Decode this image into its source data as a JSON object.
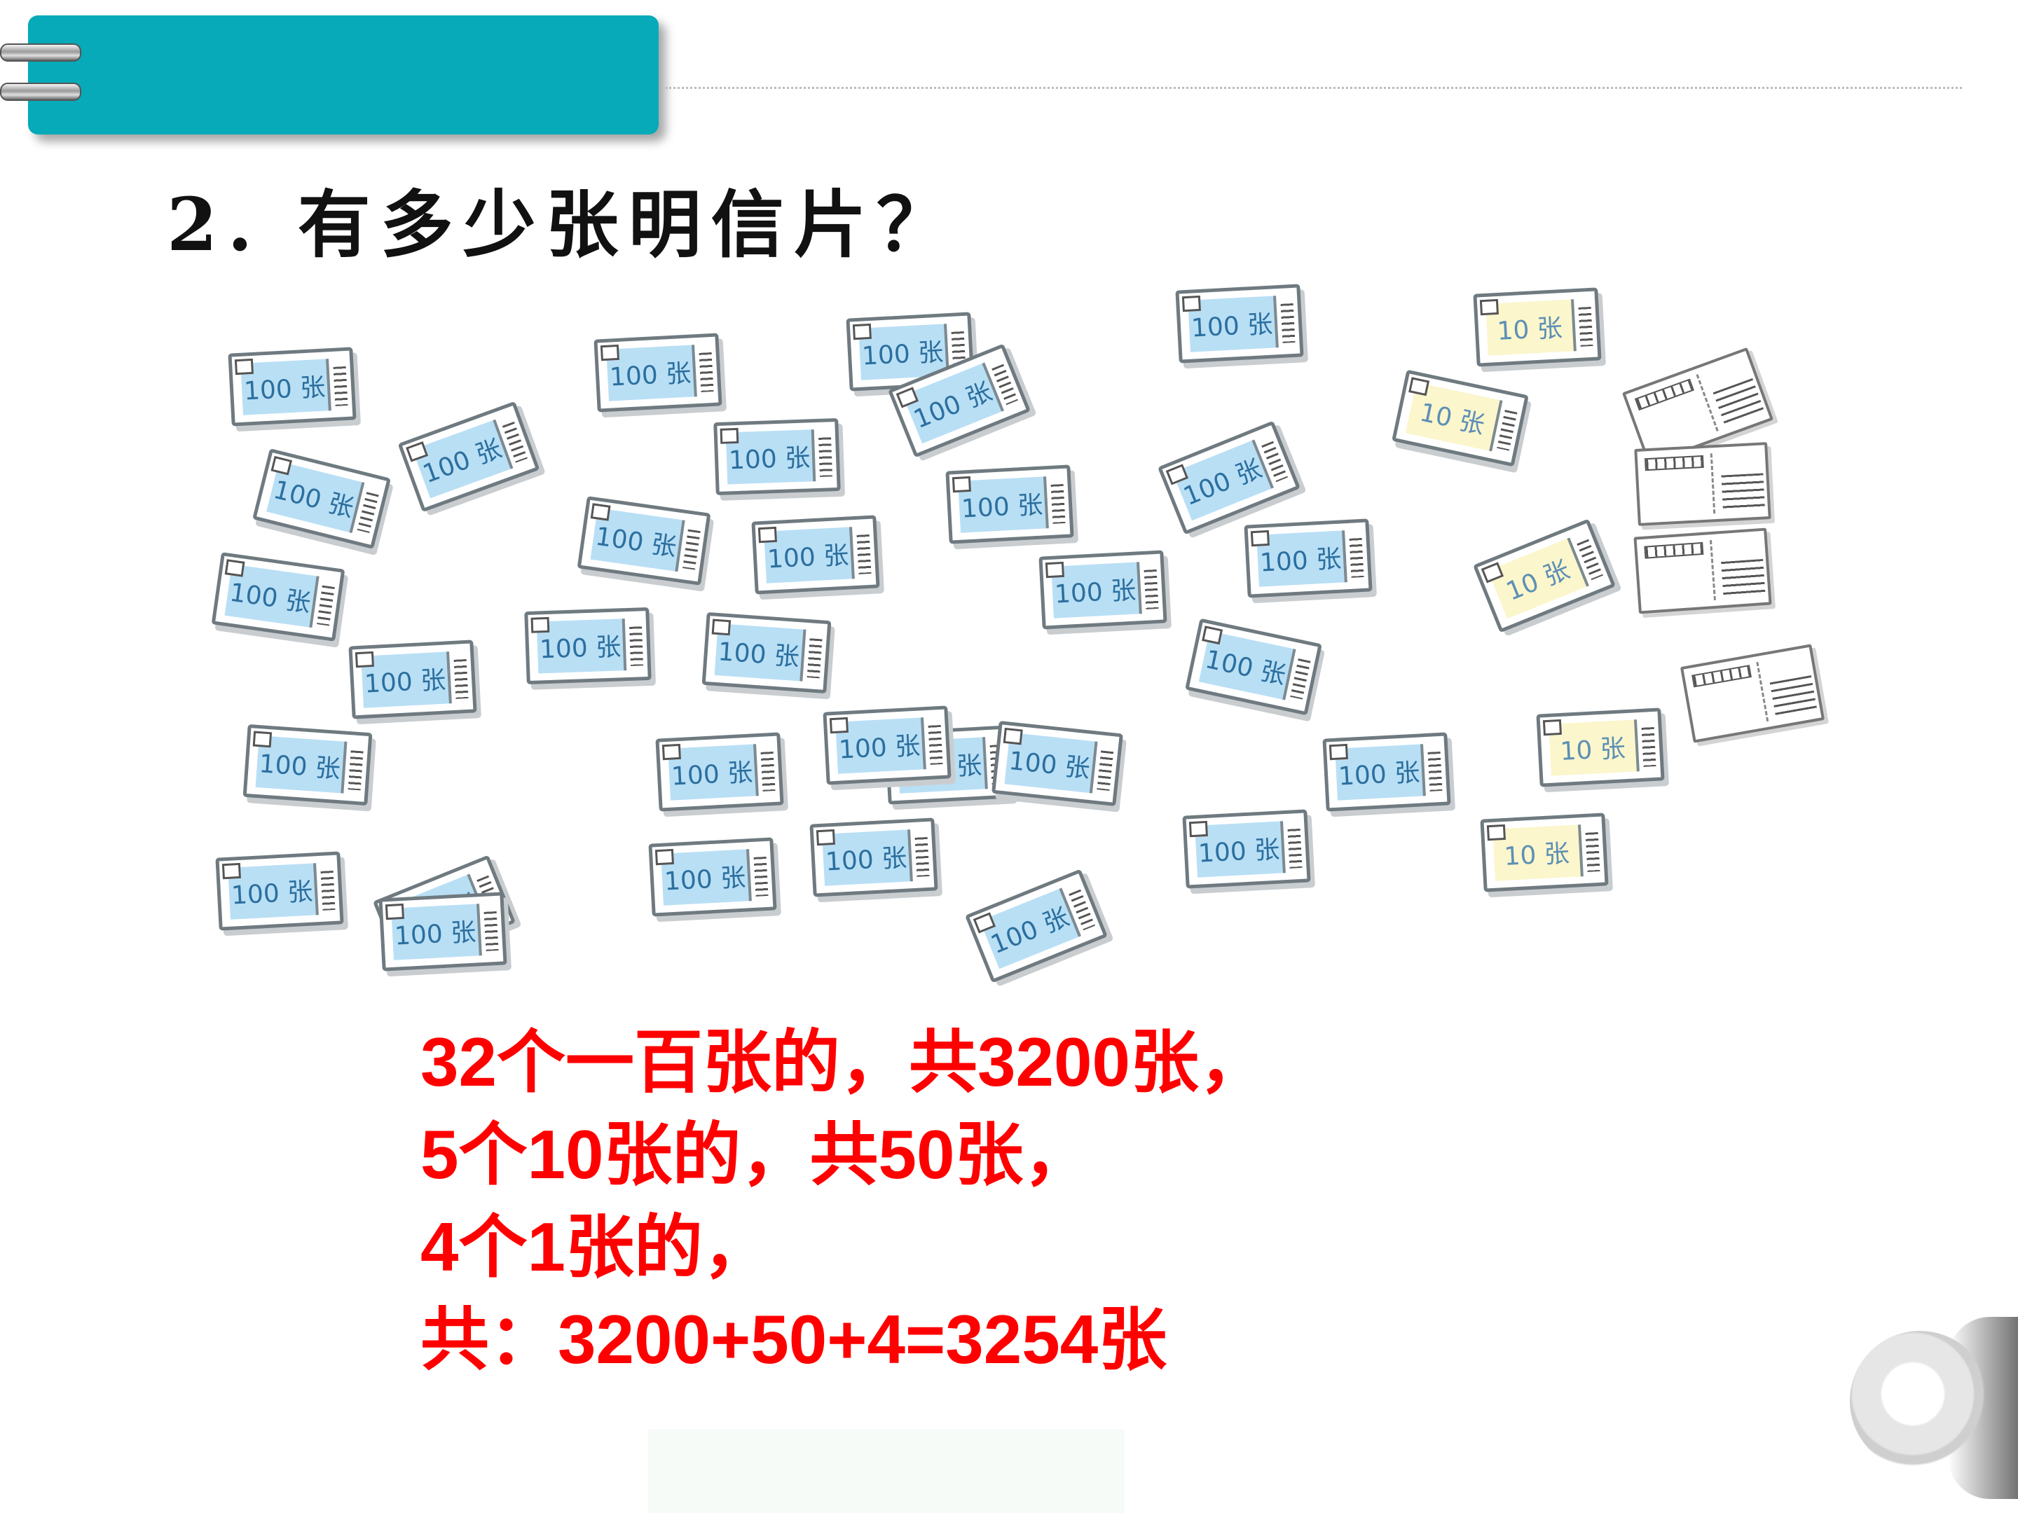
{
  "slide": {
    "title": "2. 有多少张明信片？",
    "answer_lines": [
      "32个一百张的，共3200张，",
      "5个10张的，共50张，",
      "4个1张的，",
      "共：3200+50+4=3254张"
    ]
  },
  "packs": {
    "hundred_label": "100 张",
    "ten_label": "10 张"
  },
  "colors": {
    "header_bar": "#06aab8",
    "answer_text": "#ff0000",
    "pack_face_100": "#b9dff5",
    "pack_face_10": "#fbf6cc"
  }
}
